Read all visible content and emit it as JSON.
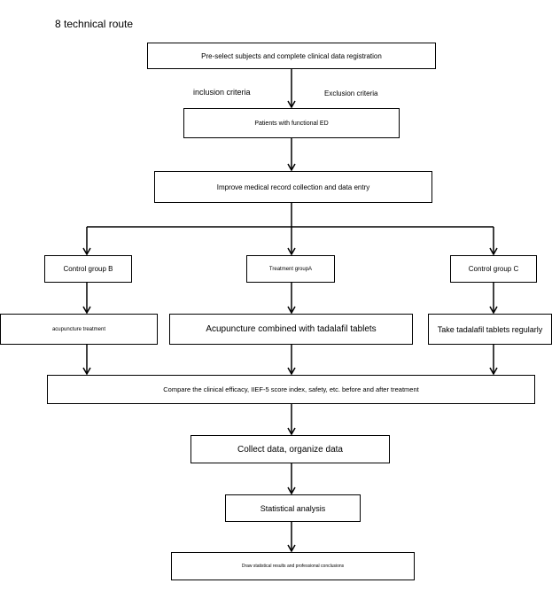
{
  "heading": "8 technical route",
  "nodes": {
    "preselect": "Pre-select subjects and complete clinical data registration",
    "patients": "Patients with functional ED",
    "records": "Improve medical record collection and data entry",
    "group_b": "Control group B",
    "group_a": "Treatment groupA",
    "group_c": "Control group C",
    "acupuncture": "acupuncture treatment",
    "combined": "Acupuncture combined with tadalafil tablets",
    "tadalafil": "Take tadalafil tablets regularly",
    "compare": "Compare the clinical efficacy, IIEF-5 score index, safety, etc. before and after treatment",
    "collect": "Collect data, organize data",
    "stats": "Statistical analysis",
    "draw": "Draw statistical results and professional conclusions"
  },
  "labels": {
    "inclusion": "inclusion criteria",
    "exclusion": "Exclusion criteria"
  }
}
